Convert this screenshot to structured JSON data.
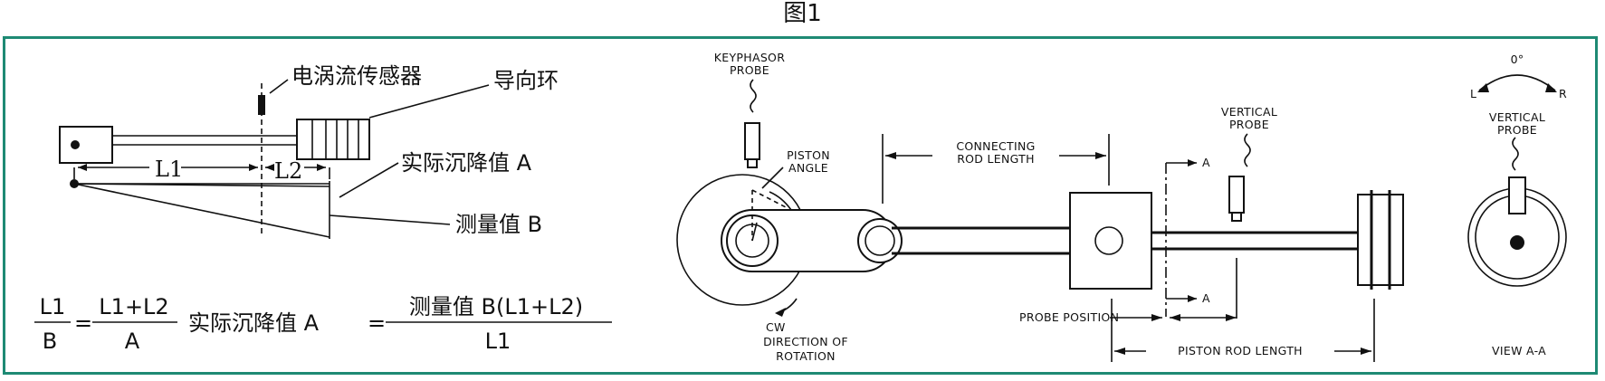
{
  "figure": {
    "title": "图1"
  },
  "left_diagram": {
    "labels": {
      "sensor": "电涡流传感器",
      "guide_ring": "导向环",
      "actual_settlement": "实际沉降值 A",
      "measured": "测量值 B",
      "l1": "L1",
      "l2": "L2"
    },
    "formula": {
      "lhs_num": "L1",
      "lhs_den": "B",
      "eq1": "=",
      "mid_num": "L1+L2",
      "mid_den": "A",
      "result_label": "实际沉降值 A",
      "eq2": "=",
      "rhs_num": "测量值 B(L1+L2)",
      "rhs_den": "L1"
    }
  },
  "right_diagram": {
    "labels": {
      "keyphasor_1": "KEYPHASOR",
      "keyphasor_2": "PROBE",
      "piston_angle_1": "PISTON",
      "piston_angle_2": "ANGLE",
      "conn_rod_1": "CONNECTING",
      "conn_rod_2": "ROD LENGTH",
      "vertical_probe_1": "VERTICAL",
      "vertical_probe_2": "PROBE",
      "section_a_top": "A",
      "section_a_bottom": "A",
      "probe_position": "PROBE POSITION",
      "piston_rod_length": "PISTON ROD LENGTH",
      "cw": "CW",
      "direction_1": "DIRECTION OF",
      "direction_2": "ROTATION",
      "zero_deg": "0°",
      "left_mark": "L",
      "right_mark": "R",
      "view_vertical_1": "VERTICAL",
      "view_vertical_2": "PROBE",
      "view_label": "VIEW A-A"
    }
  }
}
